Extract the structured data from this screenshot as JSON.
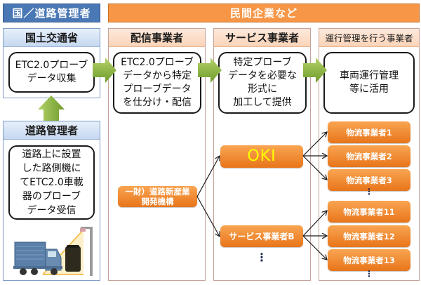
{
  "banners": {
    "government": "国／道路管理者",
    "private": "民間企業など"
  },
  "columns": {
    "mlit": {
      "title": "国土交通省",
      "box_text": "ETC2.0プローブ\nデータ収集"
    },
    "road_admin": {
      "title": "道路管理者",
      "box_text": "道路上に設置\nした路側機に\nてETC2.0車載\n器のプローブ\nデータ受信"
    },
    "distributor": {
      "title": "配信事業者",
      "box_text": "ETC2.0プローブ\nデータから特定\nプローブデータ\nを仕分け・配信",
      "org_box": "一財）道路新産業\n開発機構"
    },
    "service": {
      "title": "サービス事業者",
      "box_text": "特定プローブ\nデータを必要な\n形式に\n加工して提供",
      "providers": [
        "OKI",
        "サービス事業者B"
      ],
      "ellipsis": "⋮"
    },
    "operators": {
      "title": "運行管理を行う事業者",
      "box_text": "車両運行管理\n等に活用",
      "group_a": [
        "物流事業者1",
        "物流事業者2",
        "物流事業者3"
      ],
      "group_b": [
        "物流事業者11",
        "物流事業者12",
        "物流事業者13"
      ],
      "ellipsis": "⋮"
    }
  },
  "colors": {
    "gov_blue": "#4a78b5",
    "private_orange": "#f79646",
    "arrow_green": "#8cb53c",
    "oki_text": "#ffff00"
  }
}
